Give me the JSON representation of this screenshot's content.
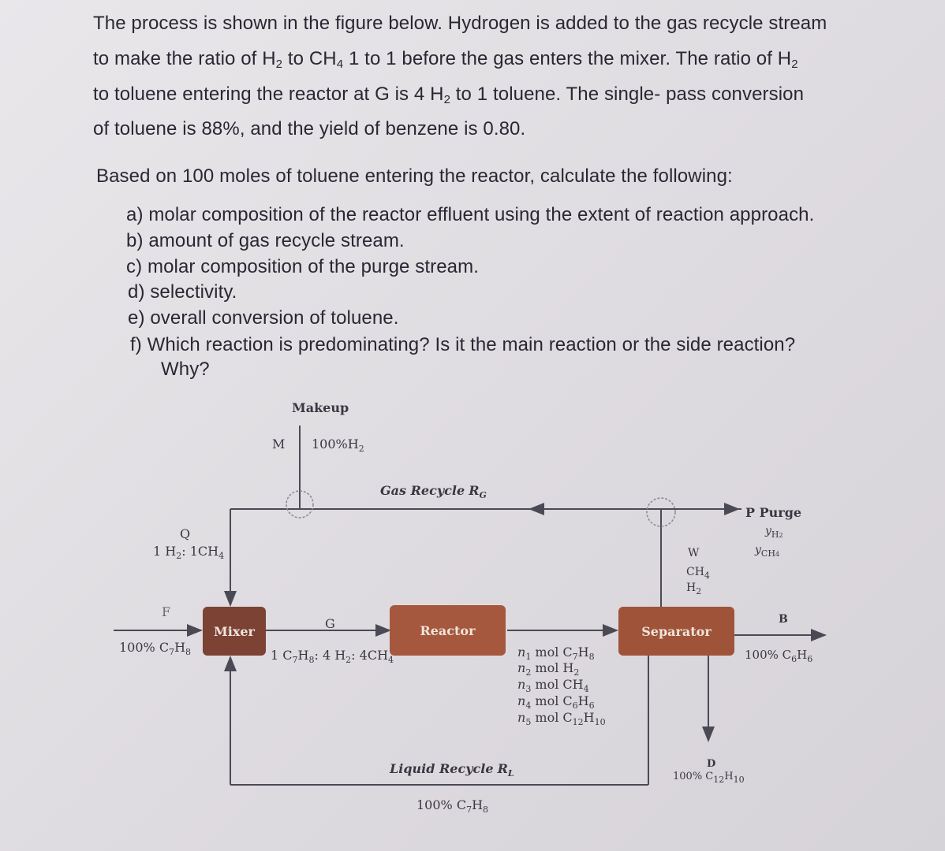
{
  "intro": {
    "l1": "The process is shown in the figure below. Hydrogen is added to the gas recycle stream",
    "l2a": "to make the ratio of H",
    "l2b": "2",
    "l2c": " to CH",
    "l2d": "4",
    "l2e": " 1 to 1 before the gas enters the mixer. The ratio of H",
    "l2f": "2",
    "l3a": "to toluene entering the reactor at G is 4 H",
    "l3b": "2",
    "l3c": " to 1 toluene. The single- pass conversion",
    "l4": "of toluene is 88%, and the yield of benzene is 0.80."
  },
  "basis": "Based on 100 moles of toluene entering the reactor, calculate the following:",
  "questions": [
    {
      "mark": "a)",
      "text": "molar composition of the reactor effluent using the extent of reaction approach."
    },
    {
      "mark": "b)",
      "text": "amount of gas recycle stream."
    },
    {
      "mark": "c)",
      "text": "molar composition of the purge stream."
    },
    {
      "mark": "d)",
      "text": "selectivity."
    },
    {
      "mark": "e)",
      "text": "overall conversion of toluene."
    },
    {
      "mark": "f)",
      "text": "Which reaction is predominating? Is it the main reaction or the side reaction?",
      "text2": "Why?"
    }
  ],
  "diagram": {
    "makeup": "Makeup",
    "m": "M",
    "makeup_comp": "100%H",
    "gas_recycle": "Gas Recycle",
    "gas_recycle_sym": "R",
    "gas_recycle_sub": "G",
    "q": "Q",
    "q_ratio": "1 H",
    "q_ratio_b": ": 1CH",
    "f": "F",
    "feed_comp": "100% C",
    "mixer": "Mixer",
    "g": "G",
    "g_comp_a": "1 C",
    "g_comp_b": "H",
    "g_comp_c": ": 4 H",
    "g_comp_d": ": 4CH",
    "reactor": "Reactor",
    "effluent": [
      "mol C",
      "mol H",
      "mol CH",
      "mol C",
      "mol C"
    ],
    "separator": "Separator",
    "w": "W",
    "w_ch4": "CH",
    "w_h2": "H",
    "purge": "P Purge",
    "purge_y1": "y",
    "purge_y2": "y",
    "b": "B",
    "benzene": "100% C",
    "d": "D",
    "biphenyl": "100% C",
    "liquid_recycle": "Liquid Recycle",
    "liquid_recycle_sym": "R",
    "liquid_recycle_sub": "L",
    "liquid_comp": "100% C"
  },
  "colors": {
    "box": "#a5583d",
    "line": "#4a4a55"
  }
}
